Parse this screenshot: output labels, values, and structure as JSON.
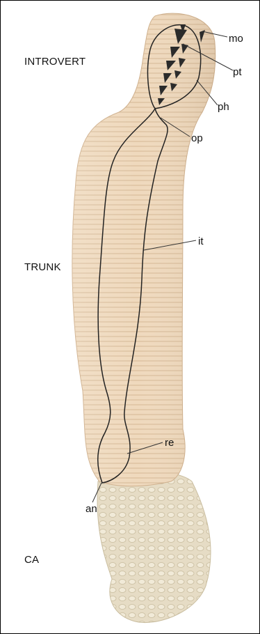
{
  "figure": {
    "regions": {
      "introvert": "INTROVERT",
      "trunk": "TRUNK",
      "caudal_appendage": "CA"
    },
    "parts": {
      "mouth": "mo",
      "pharyngeal_teeth": "pt",
      "pharynx": "ph",
      "oesophagus": "op",
      "intestine": "it",
      "rectum": "re",
      "anus": "an"
    }
  }
}
